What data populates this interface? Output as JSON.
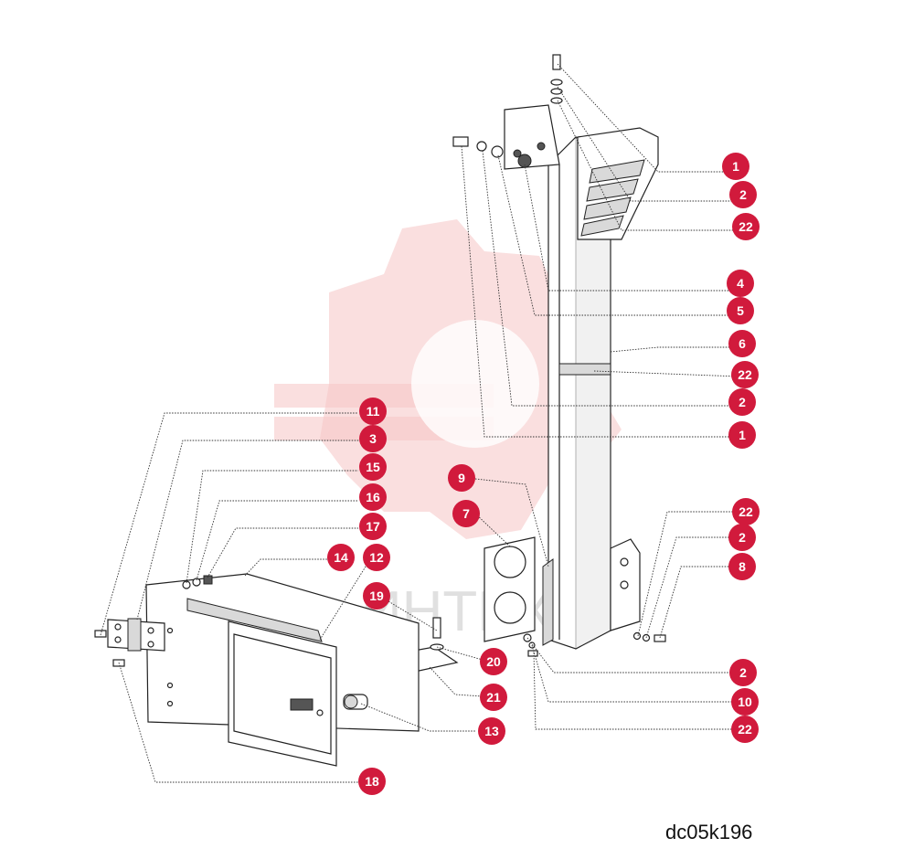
{
  "drawing_id": "dc05k196",
  "watermark_text": "ИНТЕХ",
  "callout_color": "#d11a3c",
  "callouts": [
    {
      "label": "1"
    },
    {
      "label": "2"
    },
    {
      "label": "22"
    },
    {
      "label": "4"
    },
    {
      "label": "5"
    },
    {
      "label": "6"
    },
    {
      "label": "22"
    },
    {
      "label": "2"
    },
    {
      "label": "1"
    },
    {
      "label": "11"
    },
    {
      "label": "3"
    },
    {
      "label": "15"
    },
    {
      "label": "16"
    },
    {
      "label": "17"
    },
    {
      "label": "14"
    },
    {
      "label": "12"
    },
    {
      "label": "19"
    },
    {
      "label": "9"
    },
    {
      "label": "7"
    },
    {
      "label": "22"
    },
    {
      "label": "2"
    },
    {
      "label": "8"
    },
    {
      "label": "20"
    },
    {
      "label": "21"
    },
    {
      "label": "13"
    },
    {
      "label": "2"
    },
    {
      "label": "10"
    },
    {
      "label": "22"
    },
    {
      "label": "18"
    }
  ]
}
